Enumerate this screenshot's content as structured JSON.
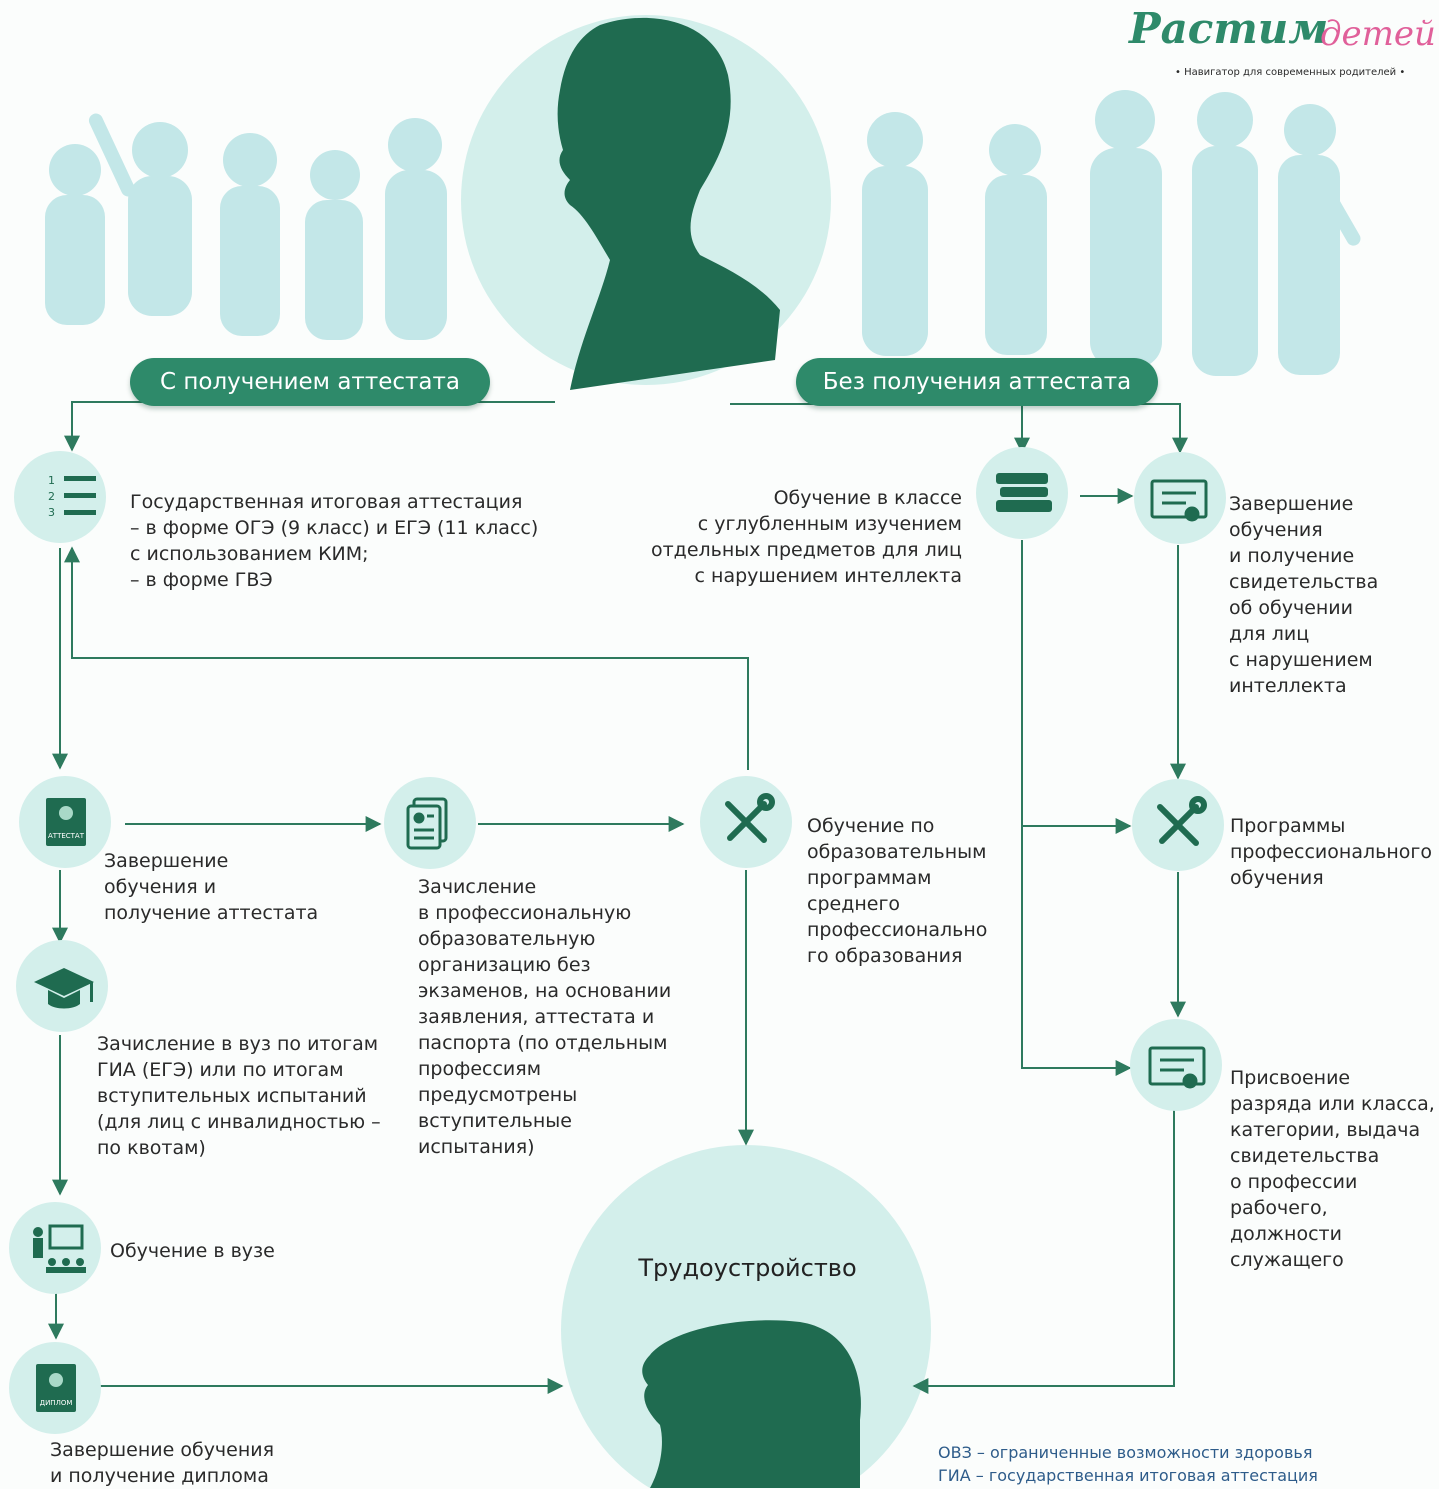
{
  "logo": {
    "word1": "Растим",
    "word2": "детей",
    "tagline": "• Навигатор для современных родителей •"
  },
  "branches": {
    "with_certificate": "С получением аттестата",
    "without_certificate": "Без получения аттестата"
  },
  "nodes": {
    "gia": {
      "icon": "numbered-list-icon",
      "text": "Государственная итоговая аттестация\n– в форме ОГЭ (9 класс) и ЕГЭ (11 класс)\nс использованием КИМ;\n– в форме ГВЭ"
    },
    "attestat": {
      "icon": "certificate-book-icon",
      "icon_label": "АТТЕСТАТ",
      "text": "Завершение\nобучения и\nполучение аттестата"
    },
    "college_enroll": {
      "icon": "document-icon",
      "text": "Зачисление\nв профессиональную\nобразовательную\nорганизацию без\nэкзаменов, на основании\nзаявления, аттестата и\nпаспорта (по отдельным\nпрофессиям\nпредусмотрены\nвступительные\nиспытания)"
    },
    "spo": {
      "icon": "tools-icon",
      "text": "Обучение по\nобразовательным\nпрограммам\nсреднего\nпрофессионально\nго образования"
    },
    "university_enroll": {
      "icon": "graduation-cap-icon",
      "text": "Зачисление в вуз по итогам\nГИА (ЕГЭ) или по итогам\nвступительных испытаний\n(для лиц с инвалидностью –\nпо квотам)"
    },
    "university_study": {
      "icon": "classroom-icon",
      "text": "Обучение в вузе"
    },
    "diploma": {
      "icon": "diploma-book-icon",
      "icon_label": "ДИПЛОМ",
      "text": "Завершение обучения\nи получение диплома"
    },
    "special_class": {
      "icon": "books-icon",
      "text": "Обучение в классе\nс углубленным изучением\nотдельных предметов для лиц\nс нарушением интеллекта"
    },
    "special_certificate": {
      "icon": "certificate-icon",
      "text": "Завершение\nобучения\nи получение\nсвидетельства\nоб обучении\nдля лиц\nс нарушением\nинтеллекта"
    },
    "vocational": {
      "icon": "tools-icon",
      "text": "Программы\nпрофессионального\nобучения"
    },
    "qualification": {
      "icon": "certificate-icon",
      "text": "Присвоение\nразряда или класса,\nкатегории, выдача\nсвидетельства\nо профессии\nрабочего,\nдолжности\nслужащего"
    },
    "employment": {
      "text": "Трудоустройство"
    }
  },
  "legend": "ОВЗ – ограниченные возможности здоровья\nГИА – государственная итоговая аттестация",
  "colors": {
    "dark_green": "#1f6b50",
    "accent": "#2e8a6a",
    "pale": "#d3efeb",
    "silhouette": "#bfe6e6",
    "line": "#2e7a5e"
  }
}
